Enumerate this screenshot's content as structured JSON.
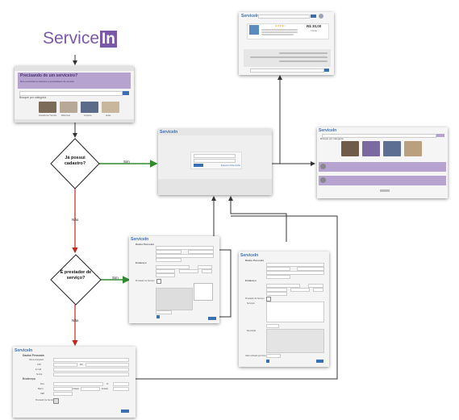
{
  "logo": {
    "text": "Service",
    "badge": "In"
  },
  "decisions": [
    {
      "label": "Já possui cadastro?"
    },
    {
      "label": "É prestador de serviço?"
    }
  ],
  "edges": {
    "sim_1": "Sim",
    "nao_1": "Não",
    "sim_2": "Sim",
    "nao_2": "Não"
  },
  "home": {
    "heading": "Precisando de um serviceiro?",
    "subtitle": "Nós conectamos clientes e prestadores de serviço",
    "section": "Busque por categoria",
    "categories": [
      "Assistência Técnica",
      "Reformas",
      "Limpeza",
      "Aulas"
    ]
  },
  "login": {
    "brand": "ServiceIn",
    "button": "Entrar",
    "forgot": "Esqueci minha senha"
  },
  "detail": {
    "brand": "ServiceIn",
    "price": "R$ 30,00",
    "unit": "/ hora",
    "rating": "★★★★☆"
  },
  "feed": {
    "brand": "ServiceIn",
    "section": "Busque por categoria"
  },
  "registration_client": {
    "brand": "ServiceIn",
    "section_personal": "Dados Pessoais",
    "fields_personal": [
      "Nome Completo",
      "CPF",
      "RG",
      "E-mail",
      "Senha"
    ],
    "section_address": "Endereço",
    "fields_address": [
      "Rua",
      "Nº",
      "Bairro",
      "Cidade",
      "Estado",
      "CEP"
    ],
    "provider_check": "Prestador de Serviço"
  },
  "registration_provider": {
    "brand": "ServiceIn",
    "section_personal": "Dados Pessoais",
    "section_address": "Endereço",
    "provider_check": "Prestador de Serviço",
    "services_label": "Serviços",
    "description_label": "Descrição",
    "hour_label": "Valor cobrado por hora"
  },
  "colors": {
    "accent": "#3a6fb0",
    "brand_purple": "#7a58a8",
    "yes": "#2e8b2e",
    "no": "#c0281c",
    "line": "#444444"
  }
}
